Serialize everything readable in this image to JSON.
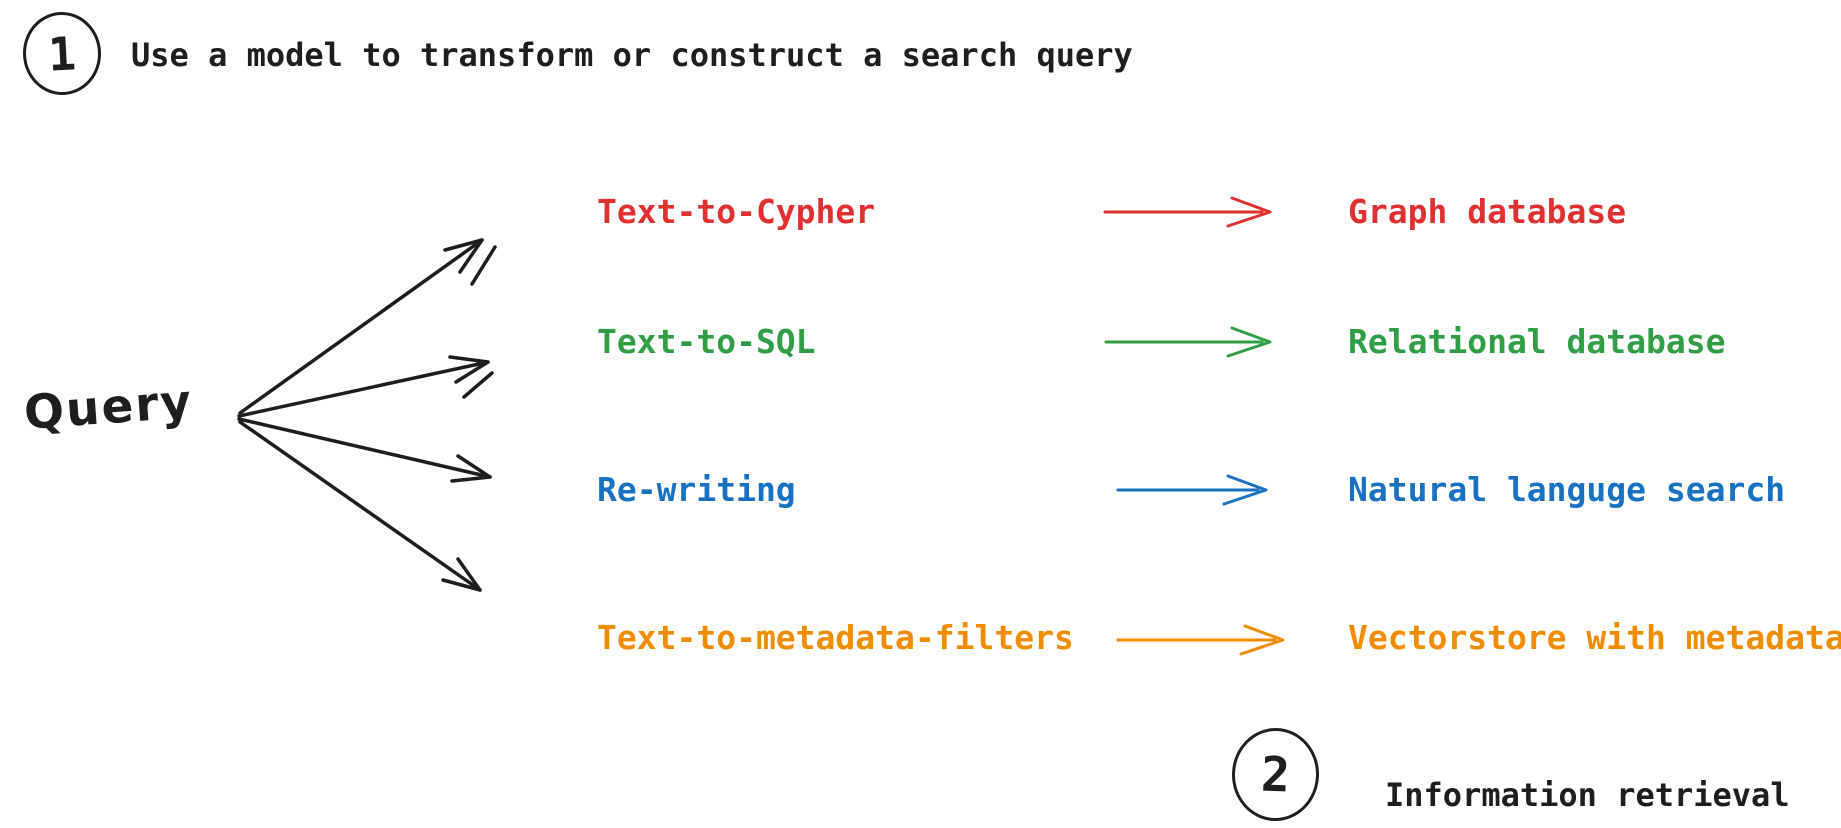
{
  "ink_color": "#1e1e1e",
  "background_color": "#ffffff",
  "step1": {
    "number": "1",
    "title": "Use a model to transform or construct a search query"
  },
  "query": {
    "label": "Query"
  },
  "rows": [
    {
      "method": "Text-to-Cypher",
      "target": "Graph database",
      "color": "#e03131"
    },
    {
      "method": "Text-to-SQL",
      "target": "Relational database",
      "color": "#2f9e44"
    },
    {
      "method": "Re-writing",
      "target": "Natural languge search",
      "color": "#1971c2"
    },
    {
      "method": "Text-to-metadata-filters",
      "target": "Vectorstore with metadata",
      "color": "#f08c00"
    }
  ],
  "step2": {
    "number": "2",
    "title": "Information retrieval"
  }
}
